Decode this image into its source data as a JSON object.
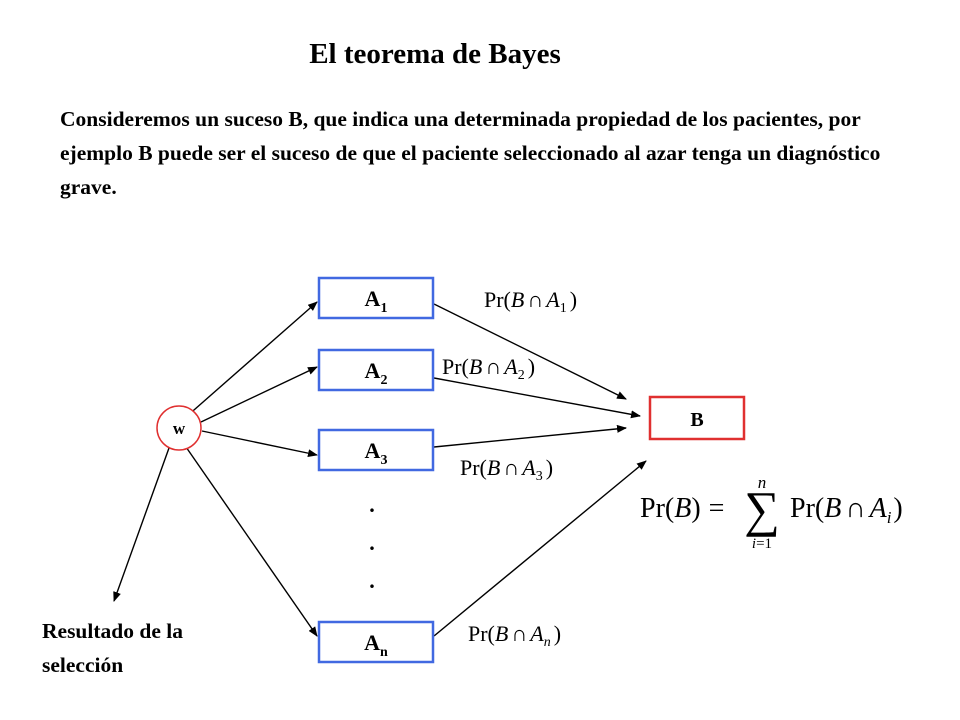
{
  "title": "El teorema de Bayes",
  "intro": "Consideremos un suceso B, que indica una determinada propiedad de los pacientes, por ejemplo B puede ser el suceso de que el paciente seleccionado al azar tenga un diagnóstico grave.",
  "diagram": {
    "origin": "w",
    "nodes": [
      {
        "base": "A",
        "sub": "1"
      },
      {
        "base": "A",
        "sub": "2"
      },
      {
        "base": "A",
        "sub": "3"
      },
      {
        "base": "A",
        "sub": "n"
      }
    ],
    "ellipsis": ".",
    "target": "B",
    "result_label": "Resultado de la selección",
    "edge_labels": [
      {
        "prefix": "Pr(",
        "b": "B",
        "a": "A",
        "sub": "1",
        "suffix": ")"
      },
      {
        "prefix": "Pr(",
        "b": "B",
        "a": "A",
        "sub": "2",
        "suffix": ")"
      },
      {
        "prefix": "Pr(",
        "b": "B",
        "a": "A",
        "sub": "3",
        "suffix": ")"
      },
      {
        "prefix": "Pr(",
        "b": "B",
        "a": "A",
        "sub": "n",
        "suffix": ")"
      }
    ],
    "formula": {
      "lhs_prefix": "Pr(",
      "lhs_b": "B",
      "lhs_suffix": ")",
      "eq": "=",
      "sum_symbol": "∑",
      "upper": "n",
      "lower_i": "i",
      "lower_eq": "=1",
      "rhs_prefix": "Pr(",
      "rhs_b": "B",
      "rhs_a": "A",
      "rhs_sub": "i",
      "rhs_suffix": ")"
    },
    "colors": {
      "node_border": "#4169e1",
      "target_border": "#e03030",
      "origin_border": "#e03030"
    }
  }
}
